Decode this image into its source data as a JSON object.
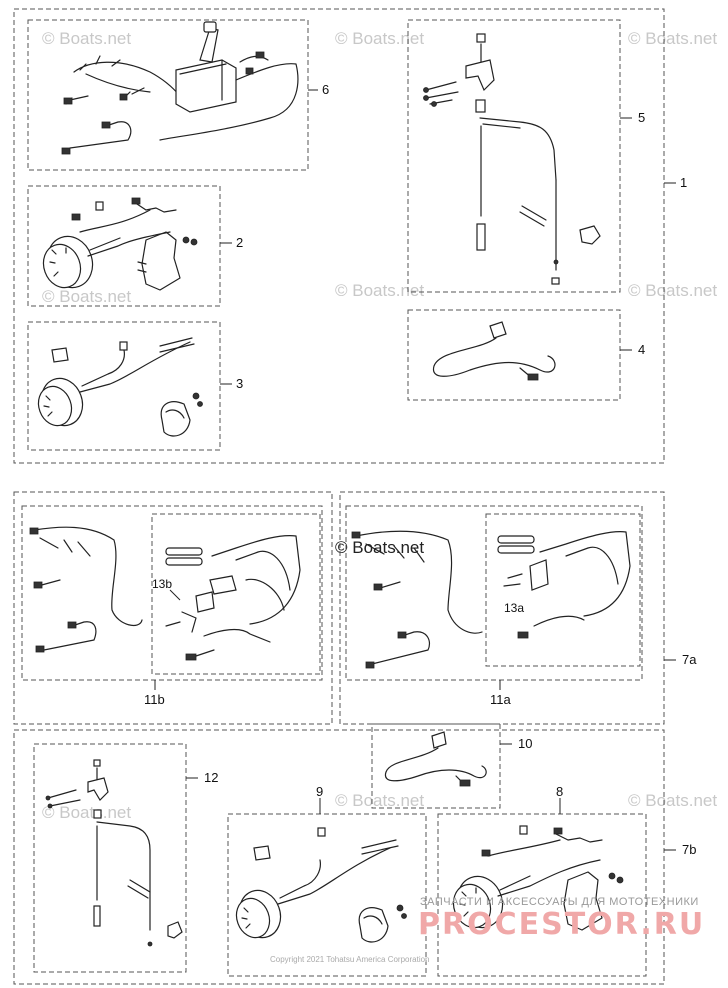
{
  "callouts": {
    "c1": "1",
    "c2": "2",
    "c3": "3",
    "c4": "4",
    "c5": "5",
    "c6": "6",
    "c7a": "7a",
    "c7b": "7b",
    "c8": "8",
    "c9": "9",
    "c10": "10",
    "c11a": "11a",
    "c11b": "11b",
    "c12": "12",
    "c13a": "13a",
    "c13b": "13b"
  },
  "watermark": "© Boats.net",
  "copyright": "Copyright 2021 Tohatsu America Corporation",
  "shop": {
    "tagline": "ЗАПЧАСТИ И АКСЕССУАРЫ ДЛЯ МОТОТЕХНИКИ",
    "name": "PROCESTOR.RU"
  }
}
